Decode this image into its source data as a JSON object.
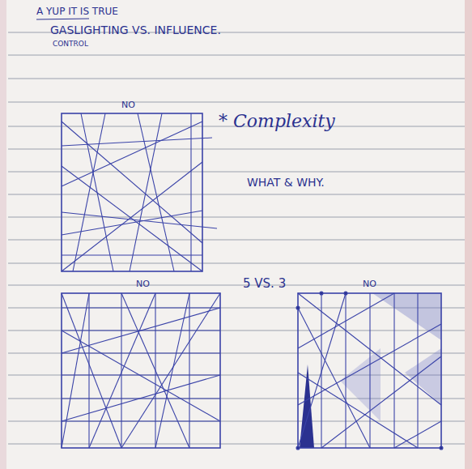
{
  "diagram": {
    "labels": [
      "A YUP IT IS TRUE",
      "GASLIGHTING VS. INFLUENCE.",
      "CONTROL",
      "NO",
      "* Complexity",
      "WHAT & WHY.",
      "NO",
      "5 VS. 3",
      "NO"
    ]
  }
}
